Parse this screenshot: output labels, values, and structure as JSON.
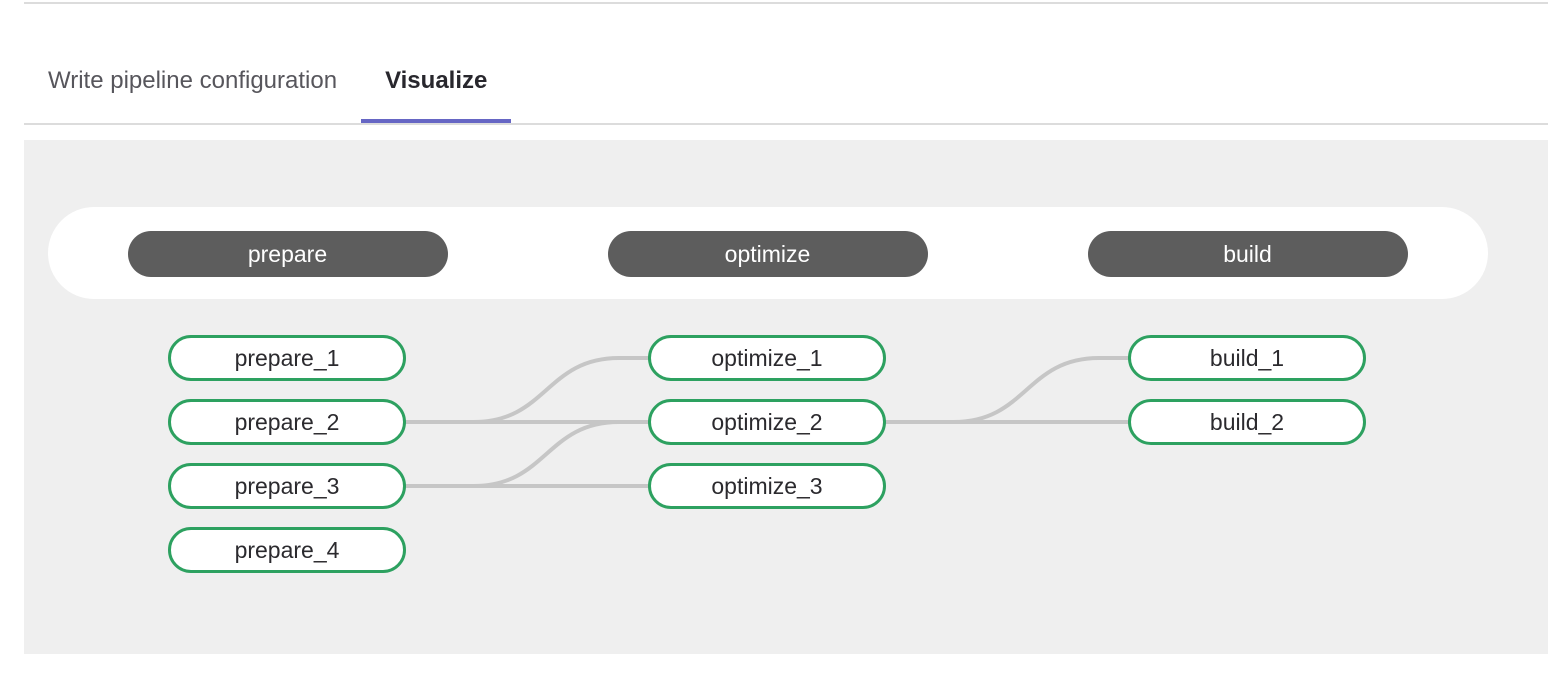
{
  "tabs": [
    {
      "label": "Write pipeline configuration",
      "active": false
    },
    {
      "label": "Visualize",
      "active": true
    }
  ],
  "pipeline": {
    "stages": [
      {
        "name": "prepare",
        "jobs": [
          "prepare_1",
          "prepare_2",
          "prepare_3",
          "prepare_4"
        ]
      },
      {
        "name": "optimize",
        "jobs": [
          "optimize_1",
          "optimize_2",
          "optimize_3"
        ]
      },
      {
        "name": "build",
        "jobs": [
          "build_1",
          "build_2"
        ]
      }
    ],
    "edges": [
      {
        "from": "prepare_2",
        "to": "optimize_1"
      },
      {
        "from": "prepare_2",
        "to": "optimize_2"
      },
      {
        "from": "prepare_3",
        "to": "optimize_2"
      },
      {
        "from": "prepare_3",
        "to": "optimize_3"
      },
      {
        "from": "optimize_2",
        "to": "build_1"
      },
      {
        "from": "optimize_2",
        "to": "build_2"
      }
    ]
  },
  "colors": {
    "accent": "#6666c4",
    "job_border": "#2da160",
    "stage_pill": "#5d5d5d",
    "edge": "#c6c6c6",
    "panel_background": "#efefef"
  }
}
